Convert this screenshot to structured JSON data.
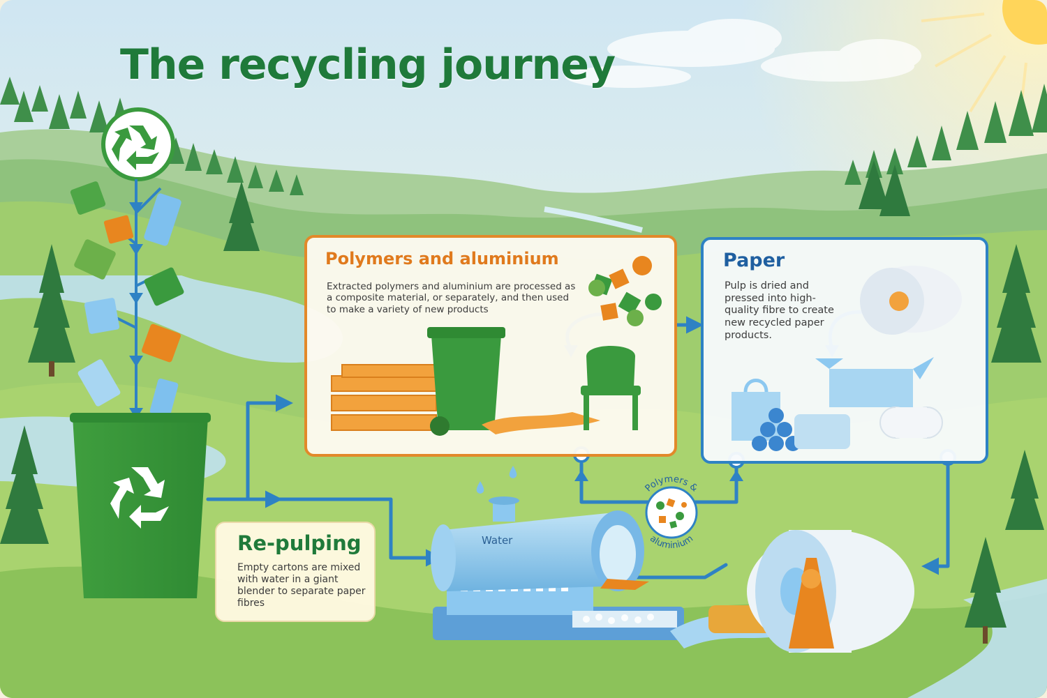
{
  "title": "The recycling journey",
  "steps": {
    "polymers": {
      "title": "Polymers and aluminium",
      "description": "Extracted polymers and aluminium are processed as a composite material, or separately, and then used to make a variety of new products"
    },
    "paper": {
      "title": "Paper",
      "description": "Pulp is dried and pressed into high-quality fibre to create new recycled paper products."
    },
    "repulping": {
      "title": "Re-pulping",
      "description": "Empty cartons are mixed with water in a giant blender to separate paper fibres"
    }
  },
  "labels": {
    "water": "Water",
    "badge_top": "Polymers &",
    "badge_bottom": "aluminium"
  },
  "colors": {
    "green": "#3a9a3e",
    "orange": "#e8861f",
    "blue": "#2e82c4",
    "title_green": "#1f7a3a"
  }
}
